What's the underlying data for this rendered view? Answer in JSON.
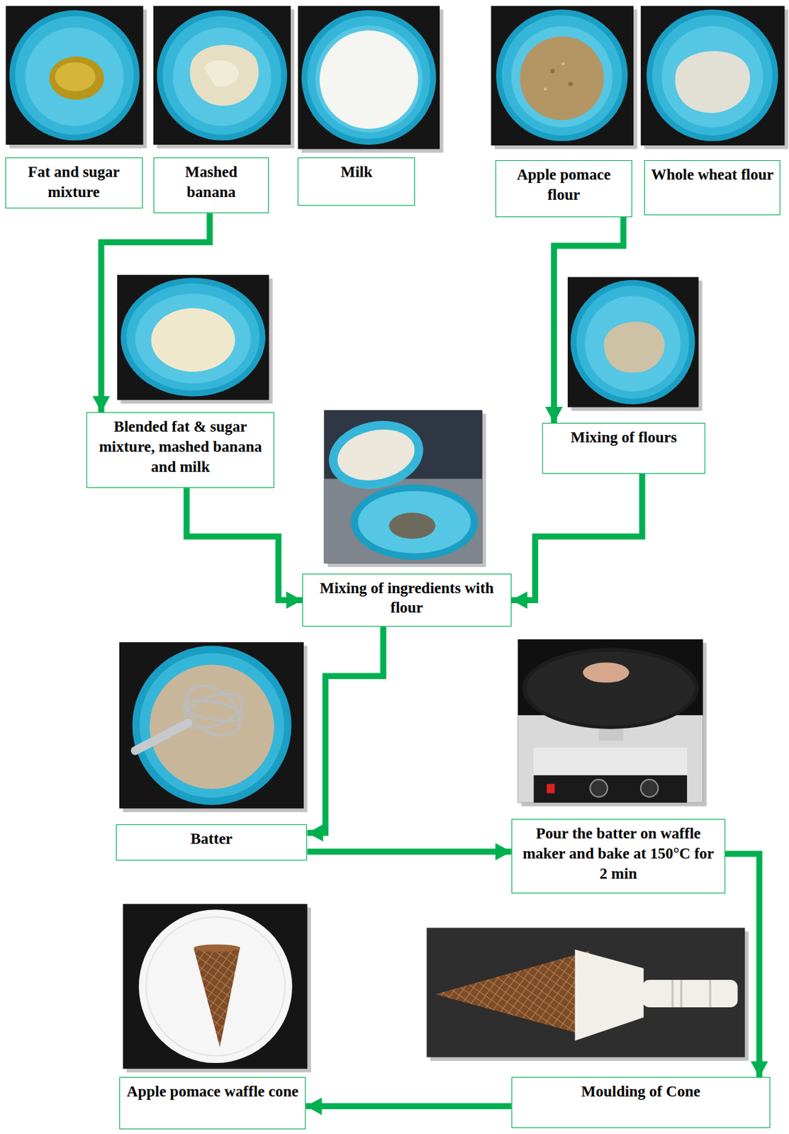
{
  "diagram": {
    "nodes": [
      {
        "text": [
          "Fat and sugar mixture"
        ]
      },
      {
        "text": [
          "Mashed banana"
        ]
      },
      {
        "text": [
          "Milk"
        ]
      },
      {
        "text": [
          "Apple pomace flour"
        ]
      },
      {
        "text": [
          "Whole wheat flour"
        ]
      },
      {
        "text": [
          "Blended fat & sugar mixture, mashed banana and milk"
        ]
      },
      {
        "text": [
          "Mixing of flours"
        ]
      },
      {
        "text": [
          "Mixing of ingredients with flour"
        ]
      },
      {
        "text": [
          "Batter"
        ]
      },
      {
        "text": [
          "Pour the batter on waffle maker and bake at 150°C for 2 min"
        ]
      },
      {
        "text": [
          "Moulding of Cone"
        ]
      },
      {
        "text": [
          "Apple pomace waffle cone"
        ]
      }
    ],
    "edges": [
      {
        "from": 1,
        "to": 5,
        "arrow": "to"
      },
      {
        "from": 3,
        "to": 6,
        "arrow": "to"
      },
      {
        "from": 5,
        "to": 7,
        "arrow": "to"
      },
      {
        "from": 6,
        "to": 7,
        "arrow": "to"
      },
      {
        "from": 7,
        "to": 8,
        "arrow": "to"
      },
      {
        "from": 8,
        "to": 9,
        "arrow": "to"
      },
      {
        "from": 9,
        "to": 10,
        "arrow": "to"
      },
      {
        "from": 10,
        "to": 11,
        "arrow": "to"
      }
    ]
  }
}
